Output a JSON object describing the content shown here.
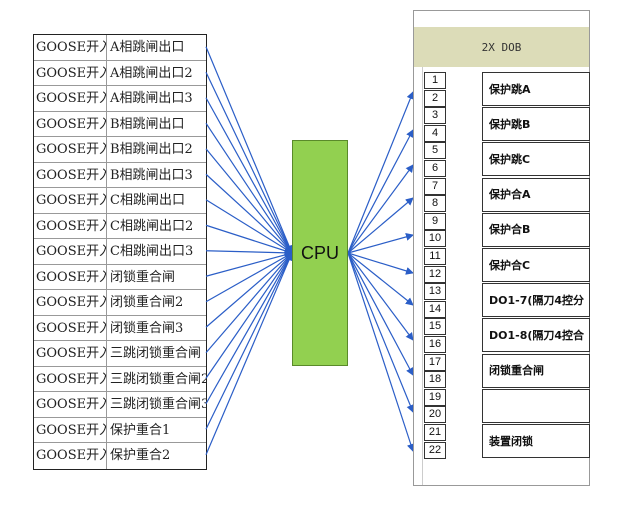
{
  "goose_inputs": [
    {
      "type": "GOOSE开入",
      "name": "A相跳闸出口"
    },
    {
      "type": "GOOSE开入",
      "name": "A相跳闸出口2"
    },
    {
      "type": "GOOSE开入",
      "name": "A相跳闸出口3"
    },
    {
      "type": "GOOSE开入",
      "name": "B相跳闸出口"
    },
    {
      "type": "GOOSE开入",
      "name": "B相跳闸出口2"
    },
    {
      "type": "GOOSE开入",
      "name": "B相跳闸出口3"
    },
    {
      "type": "GOOSE开入",
      "name": "C相跳闸出口"
    },
    {
      "type": "GOOSE开入",
      "name": "C相跳闸出口2"
    },
    {
      "type": "GOOSE开入",
      "name": "C相跳闸出口3"
    },
    {
      "type": "GOOSE开入",
      "name": "闭锁重合闸"
    },
    {
      "type": "GOOSE开入",
      "name": "闭锁重合闸2"
    },
    {
      "type": "GOOSE开入",
      "name": "闭锁重合闸3"
    },
    {
      "type": "GOOSE开入",
      "name": "三跳闭锁重合闸"
    },
    {
      "type": "GOOSE开入",
      "name": "三跳闭锁重合闸2"
    },
    {
      "type": "GOOSE开入",
      "name": "三跳闭锁重合闸3"
    },
    {
      "type": "GOOSE开入",
      "name": "保护重合1"
    },
    {
      "type": "GOOSE开入",
      "name": "保护重合2"
    }
  ],
  "cpu": {
    "label": "CPU"
  },
  "dob": {
    "title": "2X DOB",
    "terminals": [
      "1",
      "2",
      "3",
      "4",
      "5",
      "6",
      "7",
      "8",
      "9",
      "10",
      "11",
      "12",
      "13",
      "14",
      "15",
      "16",
      "17",
      "18",
      "19",
      "20",
      "21",
      "22"
    ],
    "outputs": [
      {
        "label": "保护跳A",
        "has_contact": true
      },
      {
        "label": "保护跳B",
        "has_contact": true
      },
      {
        "label": "保护跳C",
        "has_contact": true
      },
      {
        "label": "保护合A",
        "has_contact": true
      },
      {
        "label": "保护合B",
        "has_contact": true
      },
      {
        "label": "保护合C",
        "has_contact": true
      },
      {
        "label": "DO1-7(隔刀4控分",
        "has_contact": true
      },
      {
        "label": "DO1-8(隔刀4控合",
        "has_contact": true
      },
      {
        "label": "闭锁重合闸",
        "has_contact": true
      },
      {
        "label": "",
        "has_contact": false
      },
      {
        "label": "装置闭锁",
        "has_contact": true
      }
    ]
  },
  "colors": {
    "cpu": "#92d050",
    "arrow": "#2b5ec7",
    "dob_header": "#dcdcb8"
  }
}
